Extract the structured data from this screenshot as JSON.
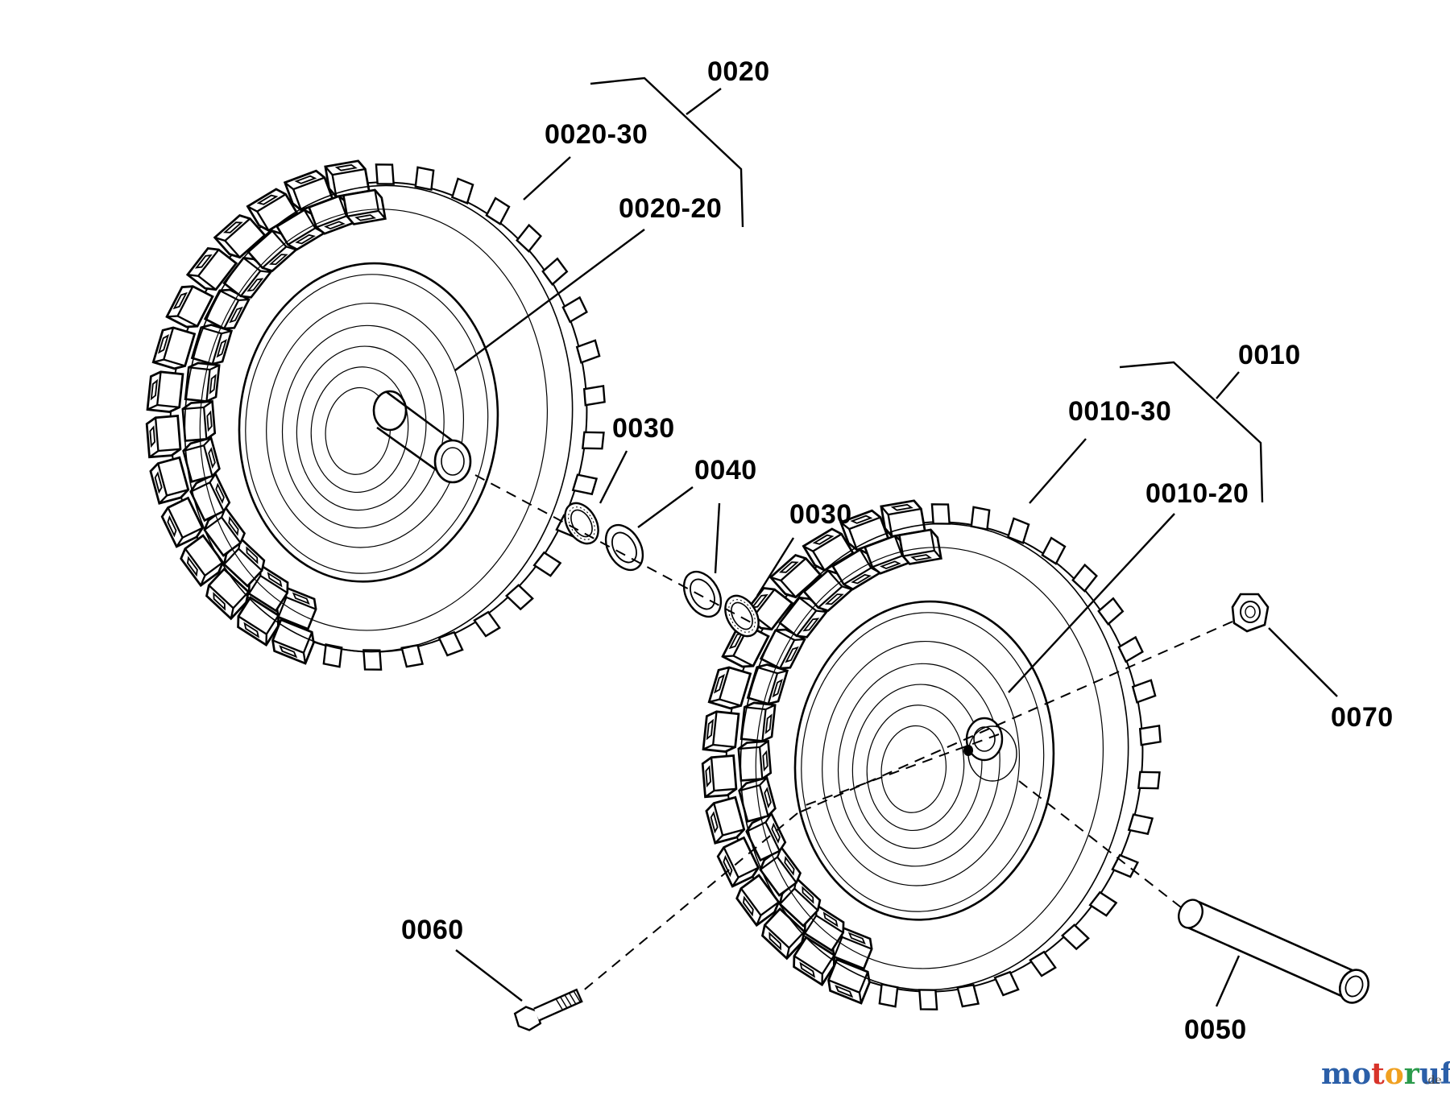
{
  "labels": {
    "l0020": "0020",
    "l0020_30": "0020-30",
    "l0020_20": "0020-20",
    "l0030_a": "0030",
    "l0040": "0040",
    "l0030_b": "0030",
    "l0010": "0010",
    "l0010_30": "0010-30",
    "l0010_20": "0010-20",
    "l0070": "0070",
    "l0060": "0060",
    "l0050": "0050"
  },
  "watermark": {
    "letters": [
      "m",
      "o",
      "t",
      "o",
      "r",
      "u",
      "f"
    ],
    "letter_colors": [
      "#2b5fa8",
      "#2b5fa8",
      "#d8342a",
      "#f0a020",
      "#2a9a4a",
      "#2b5fa8",
      "#2b5fa8"
    ],
    "suffix": ".de"
  }
}
